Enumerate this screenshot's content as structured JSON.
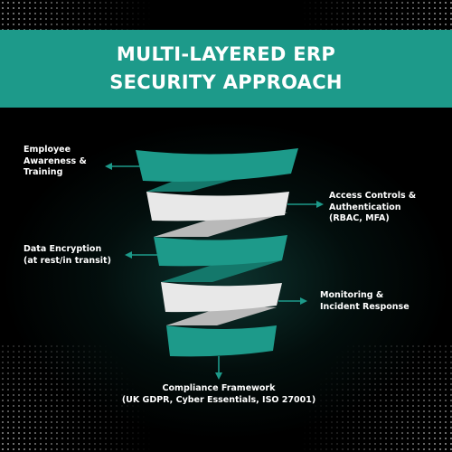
{
  "title": {
    "line1": "MULTI-LAYERED ERP",
    "line2": "SECURITY APPROACH"
  },
  "layers": [
    {
      "id": "employee",
      "lines": [
        "Employee",
        "Awareness &",
        "Training"
      ]
    },
    {
      "id": "access",
      "lines": [
        "Access Controls &",
        "Authentication",
        "(RBAC, MFA)"
      ]
    },
    {
      "id": "encryption",
      "lines": [
        "Data Encryption",
        "(at rest/in transit)"
      ]
    },
    {
      "id": "monitoring",
      "lines": [
        "Monitoring &",
        "Incident Response"
      ]
    },
    {
      "id": "compliance",
      "lines": [
        "Compliance Framework",
        "(UK GDPR, Cyber Essentials, ISO 27001)"
      ]
    }
  ],
  "colors": {
    "teal": "#1d9a8a",
    "teal_dark": "#14786b",
    "light": "#e8e8e8",
    "light_dark": "#b9b9b9",
    "arrow": "#1d9a8a"
  }
}
